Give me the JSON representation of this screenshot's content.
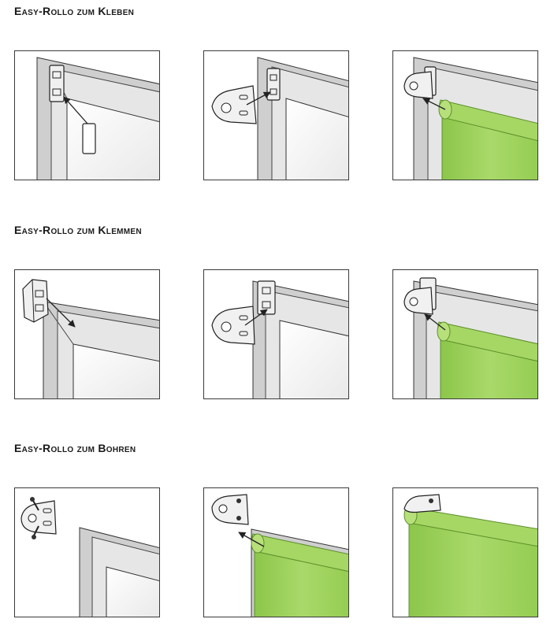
{
  "sections": [
    {
      "title": "Easy-Rollo zum Kleben"
    },
    {
      "title": "Easy-Rollo zum Klemmen"
    },
    {
      "title": "Easy-Rollo zum Bohren"
    }
  ],
  "colors": {
    "frame_light": "#e6e6e6",
    "frame_mid": "#c9c9c9",
    "frame_dark": "#9a9a9a",
    "glass": "#f7f7f7",
    "roller_green": "#9dd15a",
    "roller_green_dark": "#7fb63c",
    "bracket": "#f1f1f1",
    "line": "#333333"
  }
}
